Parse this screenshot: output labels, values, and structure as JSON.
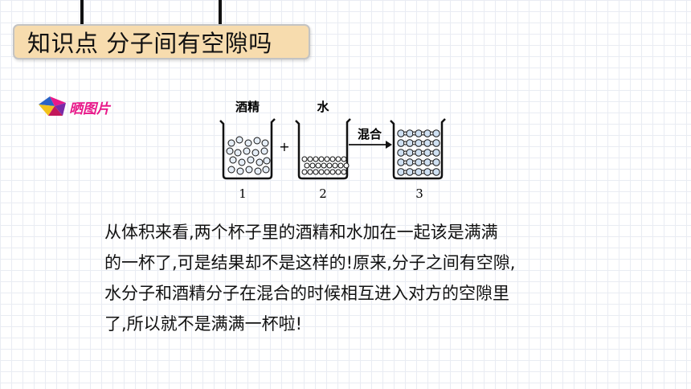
{
  "title": "知识点 分子间有空隙吗",
  "badge": {
    "label": "晒图片",
    "colors": [
      "#e8198a",
      "#2a63c6",
      "#f2c21b",
      "#7a2aa8"
    ]
  },
  "diagram": {
    "label_alcohol": "酒精",
    "label_water": "水",
    "plus": "+",
    "arrow_label": "混合",
    "numbers": [
      "1",
      "2",
      "3"
    ]
  },
  "body": {
    "lines": [
      "从体积来看,两个杯子里的酒精和水加在一起该是满满",
      "的一杯了,可是结果却不是这样的!原来,分子之间有空隙,",
      "水分子和酒精分子在混合的时候相互进入对方的空隙里",
      "了,所以就不是满满一杯啦!"
    ]
  }
}
